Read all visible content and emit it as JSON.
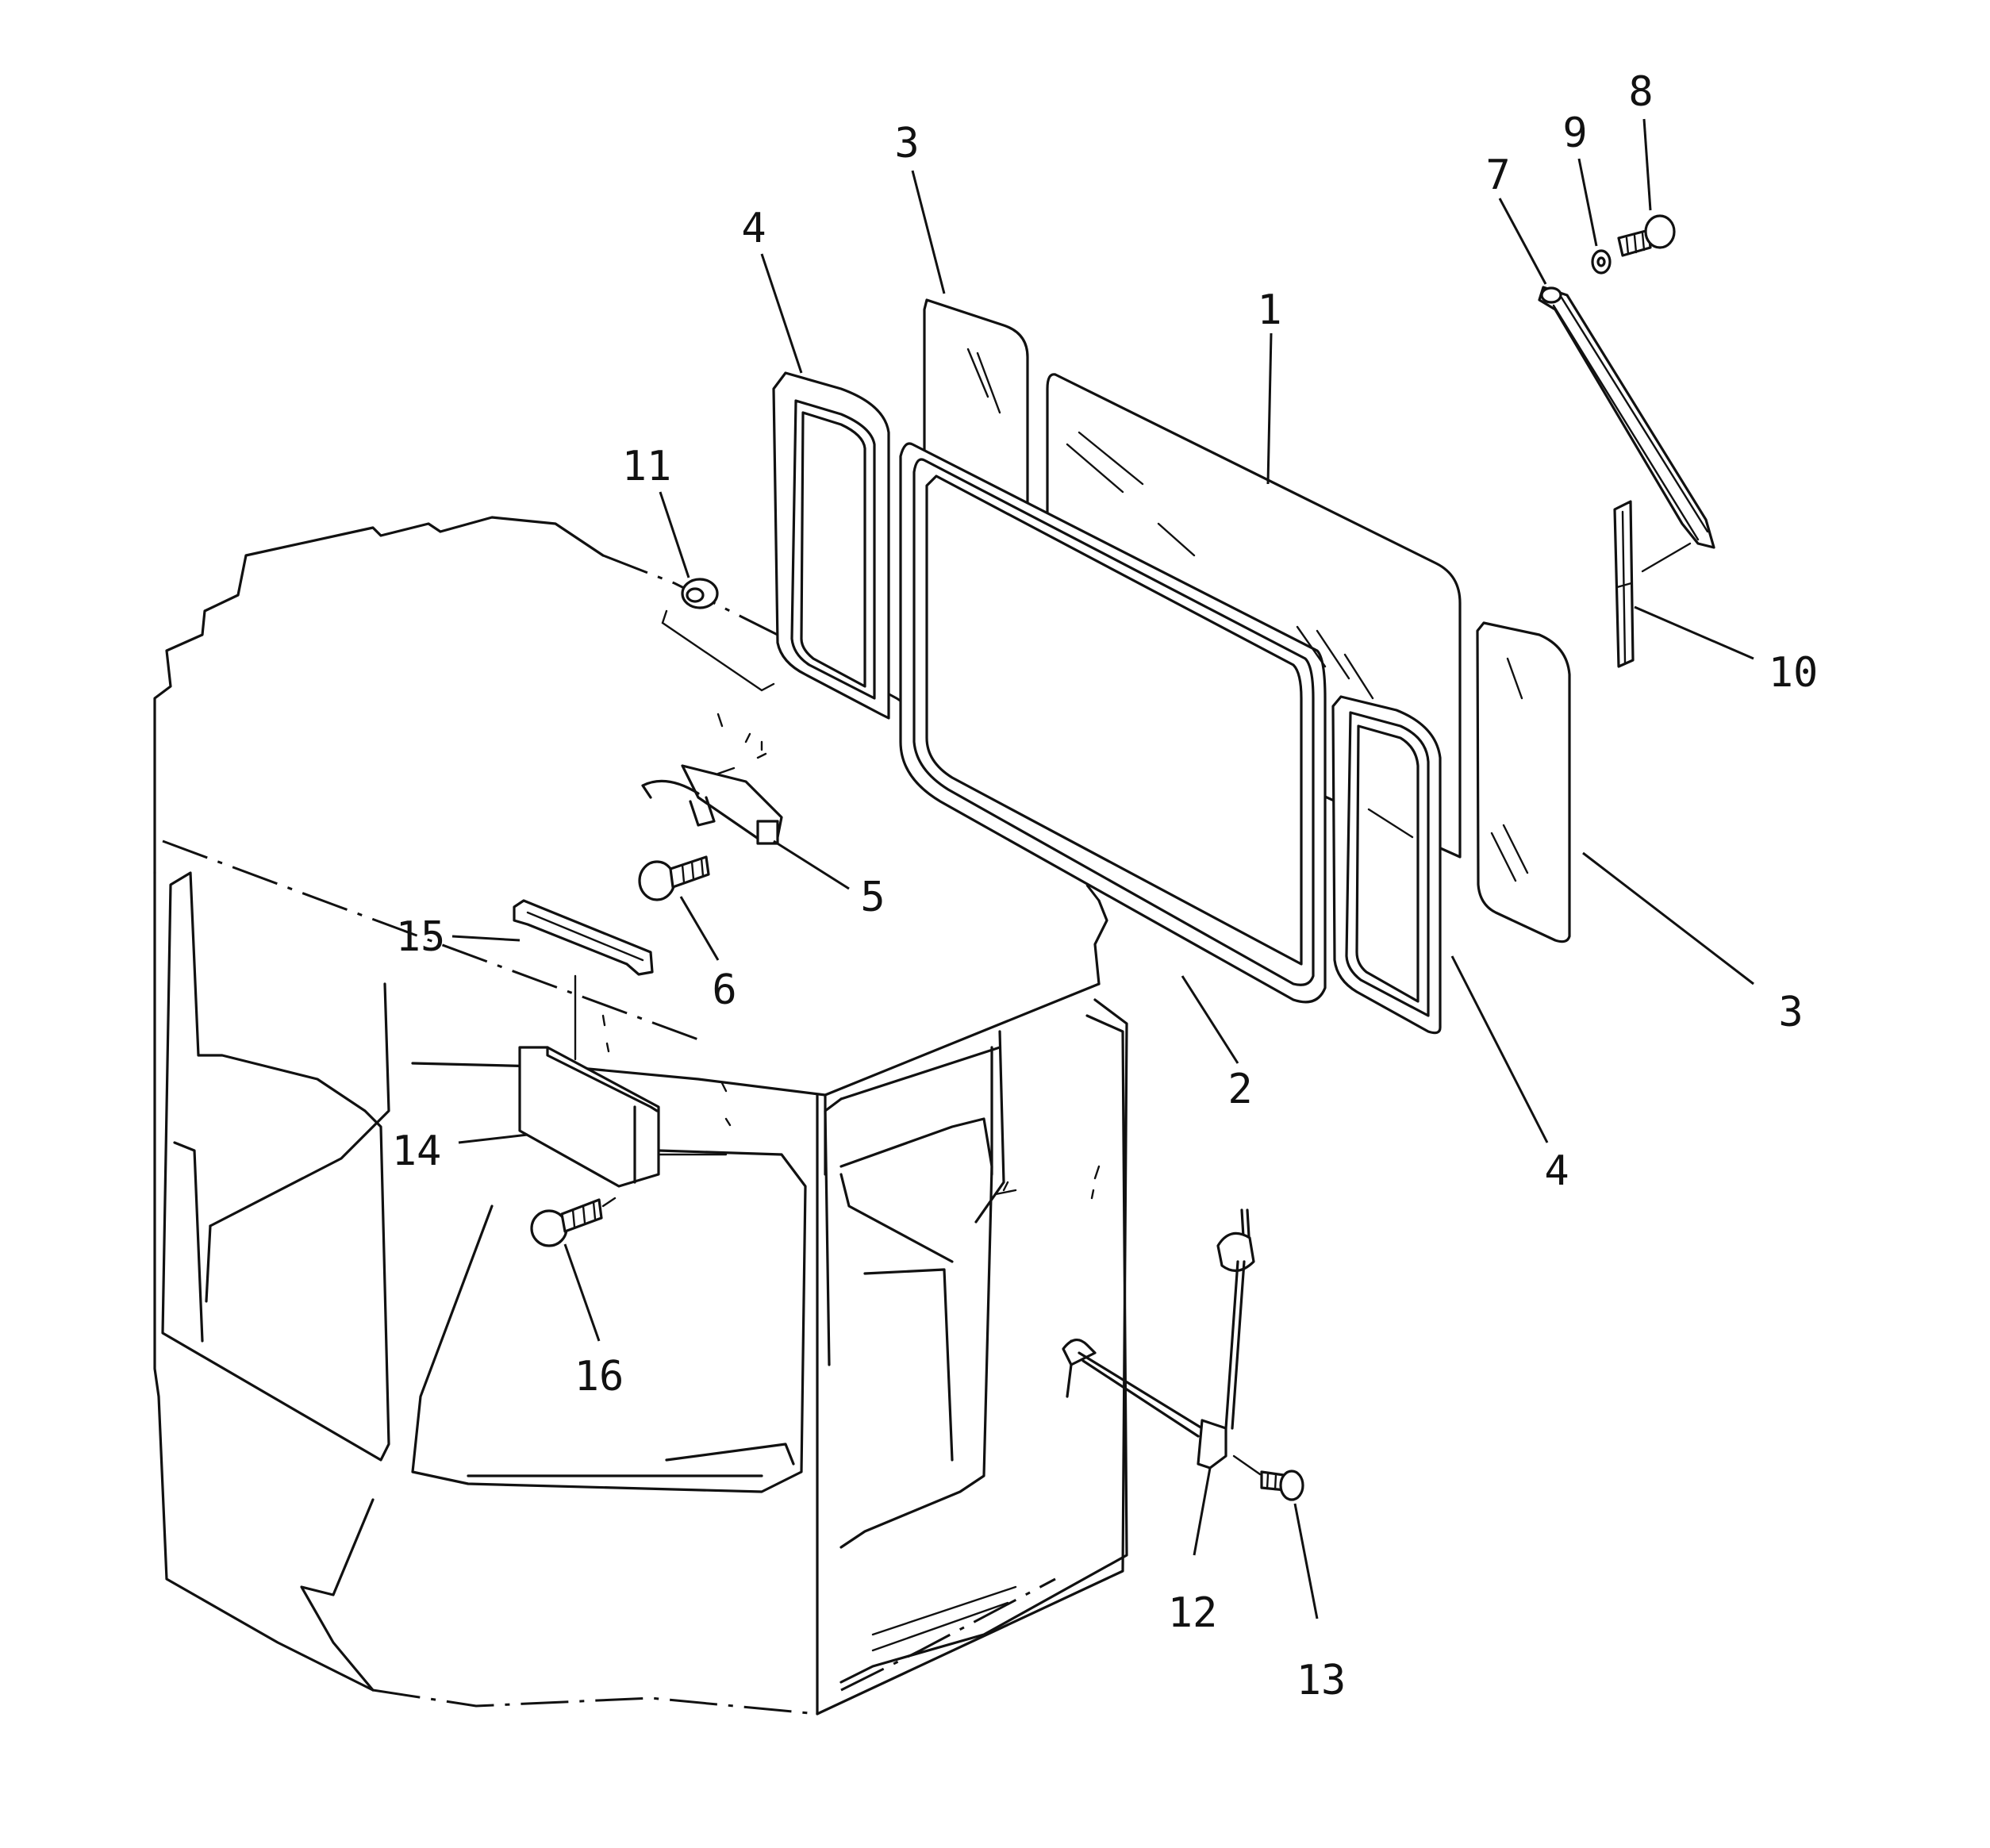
{
  "diagram": {
    "callouts": {
      "p1": "1",
      "p2": "2",
      "p3a": "3",
      "p3b": "3",
      "p4a": "4",
      "p4b": "4",
      "p5": "5",
      "p6": "6",
      "p7": "7",
      "p8": "8",
      "p9": "9",
      "p10": "10",
      "p11": "11",
      "p12": "12",
      "p13": "13",
      "p14": "14",
      "p15": "15",
      "p16": "16"
    }
  }
}
